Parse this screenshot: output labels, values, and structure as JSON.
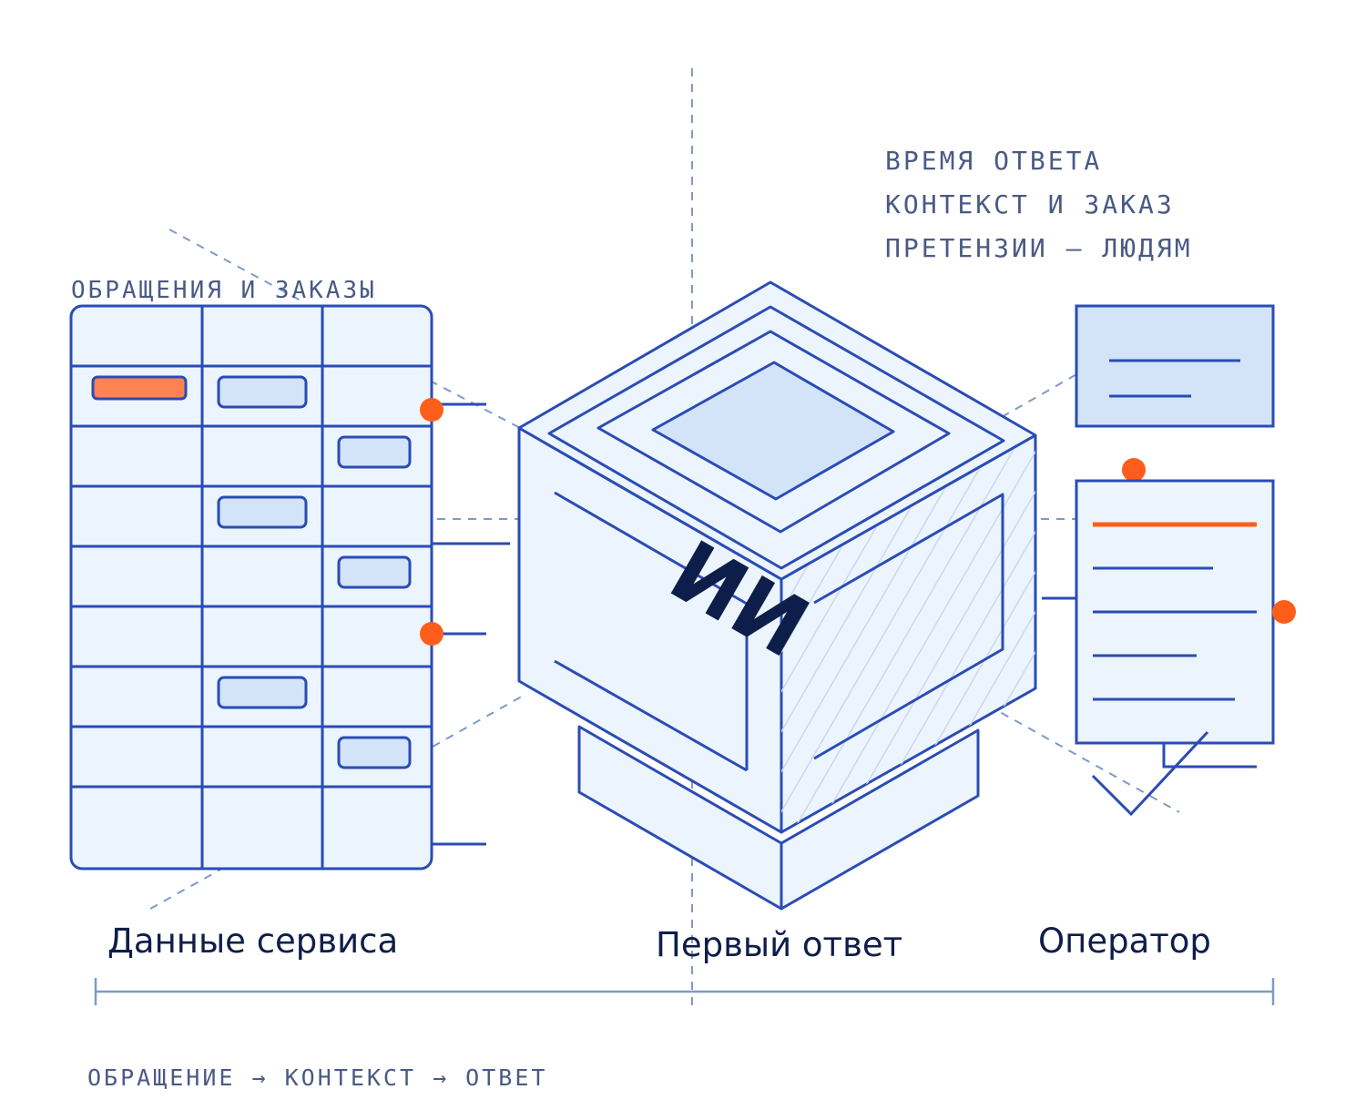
{
  "notes": {
    "table_caption": "ОБРАЩЕНИЯ И ЗАКАЗЫ",
    "right_lines": [
      "ВРЕМЯ ОТВЕТА",
      "КОНТЕКСТ И ЗАКАЗ",
      "ПРЕТЕНЗИИ — ЛЮДЯМ"
    ],
    "flow": "ОБРАЩЕНИЕ → КОНТЕКСТ → ОТВЕТ"
  },
  "stages": {
    "data": "Данные сервиса",
    "first_reply": "Первый ответ",
    "operator": "Оператор"
  },
  "cube_label": "ИИ",
  "colors": {
    "stroke": "#2a4cb5",
    "fill_light": "#ecf4fd",
    "fill_mid": "#d3e3f8",
    "accent": "#ff5e1a",
    "dashed": "#7f9ac6"
  }
}
